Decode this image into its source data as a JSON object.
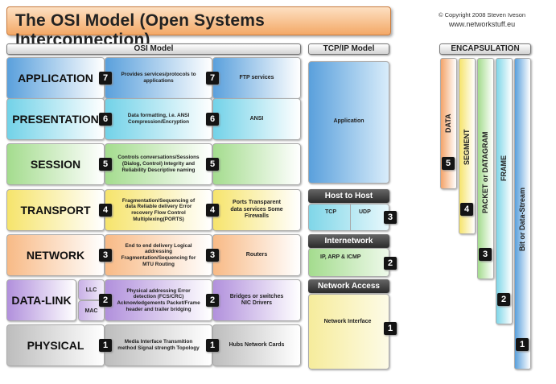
{
  "title": "The OSI Model (Open Systems Interconnection)",
  "copyright": "© Copyright 2008 Steven Iveson",
  "website": "www.networkstuff.eu",
  "headers": {
    "osi": "OSI Model",
    "tcpip": "TCP/IP Model",
    "encapsulation": "ENCAPSULATION"
  },
  "osi_layers": [
    {
      "name": "APPLICATION",
      "num": "7",
      "desc": "Provides services/protocols to applications",
      "num2": "7",
      "examples": "FTP services",
      "color": "#5aa0dc"
    },
    {
      "name": "PRESENTATION",
      "num": "6",
      "desc": "Data formatting, i.e. ANSI Compression/Encryption",
      "num2": "6",
      "examples": "ANSI",
      "color": "#72d2e8"
    },
    {
      "name": "SESSION",
      "num": "5",
      "desc": "Controls conversations/Sessions (Dialog, Control) Integrity and Reliability Descriptive naming",
      "num2": "5",
      "examples": "",
      "color": "#a4dc8e"
    },
    {
      "name": "TRANSPORT",
      "num": "4",
      "desc": "Fragmentation/Sequencing of data Reliable delivery Error recovery Flow Control Multiplexing(PORTS)",
      "num2": "4",
      "examples": "Ports Transparent data services Some Firewalls",
      "color": "#f6e46c"
    },
    {
      "name": "NETWORK",
      "num": "3",
      "desc": "End to end delivery Logical addressing Fragmentation/Sequencing for MTU Routing",
      "num2": "3",
      "examples": "Routers",
      "color": "#f8ba86"
    },
    {
      "name": "DATA-LINK",
      "num": "2",
      "desc": "Physical addressing Error detection (FCS/CRC) Acknowledgements Packet/Frame header and trailer bridging",
      "num2": "2",
      "examples": "Bridges or switches NIC Drivers",
      "color": "#b190dc",
      "sublayers": [
        "LLC",
        "MAC"
      ]
    },
    {
      "name": "PHYSICAL",
      "num": "1",
      "desc": "Media Interface Transmition method Signal strength Topology",
      "num2": "1",
      "examples": "Hubs Network Cards",
      "color": "#bdbdbd"
    }
  ],
  "tcpip": {
    "application": "Application",
    "host_to_host": {
      "header": "Host to Host",
      "tcp": "TCP",
      "udp": "UDP",
      "num": "3"
    },
    "internetwork": {
      "header": "Internetwork",
      "label": "IP, ARP & ICMP",
      "num": "2"
    },
    "network_access": {
      "header": "Network Access",
      "label": "Network Interface",
      "num": "1"
    }
  },
  "encapsulation": [
    {
      "label": "DATA",
      "num": "5",
      "color": "#f4a46a"
    },
    {
      "label": "SEGMENT",
      "num": "4",
      "color": "#f6e46c"
    },
    {
      "label": "PACKET or DATAGRAM",
      "num": "3",
      "color": "#a4dc8e"
    },
    {
      "label": "FRAME",
      "num": "2",
      "color": "#7fd6e8"
    },
    {
      "label": "Bit or Data-Stream",
      "num": "1",
      "color": "#5aa0dc"
    }
  ]
}
